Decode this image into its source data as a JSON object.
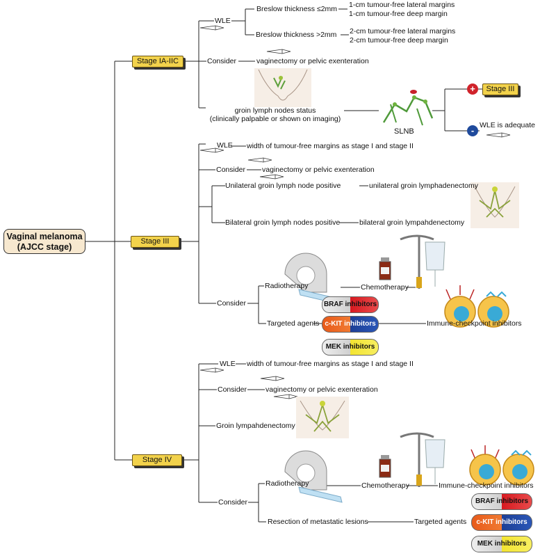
{
  "root": {
    "line1": "Vaginal melanoma",
    "line2": "(AJCC stage)"
  },
  "stages": {
    "s1": "Stage IA-IIC",
    "s3": "Stage III",
    "s4": "Stage IV"
  },
  "s1": {
    "wle": "WLE",
    "breslow_le": "Breslow thickness ≤2mm",
    "breslow_gt": "Breslow thickness >2mm",
    "le_lat": "1-cm tumour-free lateral margins",
    "le_deep": "1-cm tumour-free deep margin",
    "gt_lat": "2-cm tumour-free lateral margins",
    "gt_deep": "2-cm tumour-free deep margin",
    "consider": "Consider",
    "vag": "vaginectomy or pelvic exenteration",
    "groin1": "groin lymph nodes status",
    "groin2": "(clinically palpable or shown on imaging)",
    "slnb": "SLNB",
    "plus": "+",
    "minus": "-",
    "stage3": "Stage III",
    "wle_ok": "WLE is adequate"
  },
  "s3": {
    "wle": "WLE",
    "margins": "width of tumour-free margins as stage I and stage II",
    "consider1": "Consider",
    "vag": "vaginectomy or pelvic exenteration",
    "uni_pos": "Unilateral groin lymph node positive",
    "uni_lnd": "unilateral groin lymphadenectomy",
    "bi_pos": "Bilateral groin lymph nodes positive",
    "bi_lnd": "bilateral groin lympahdenectomy",
    "consider2": "Consider",
    "radio": "Radiotherapy",
    "chemo": "Chemotherapy",
    "targeted": "Targeted agents",
    "immune": "Immune-checkpoint inhibitors",
    "braf": "BRAF inhibitors",
    "ckit": "c-KIT inhibitors",
    "mek": "MEK inhibitors"
  },
  "s4": {
    "wle": "WLE",
    "margins": "width of tumour-free margins as stage I and stage II",
    "consider1": "Consider",
    "vag": "vaginectomy or pelvic exenteration",
    "groin": "Groin lympahdenectomy",
    "consider2": "Consider",
    "radio": "Radiotherapy",
    "chemo": "Chemotherapy",
    "immune": "Immune-checkpoint inhibitors",
    "resection": "Resection of metastatic lesions",
    "targeted": "Targeted agents",
    "braf": "BRAF inhibitors",
    "ckit": "c-KIT inhibitors",
    "mek": "MEK inhibitors"
  }
}
